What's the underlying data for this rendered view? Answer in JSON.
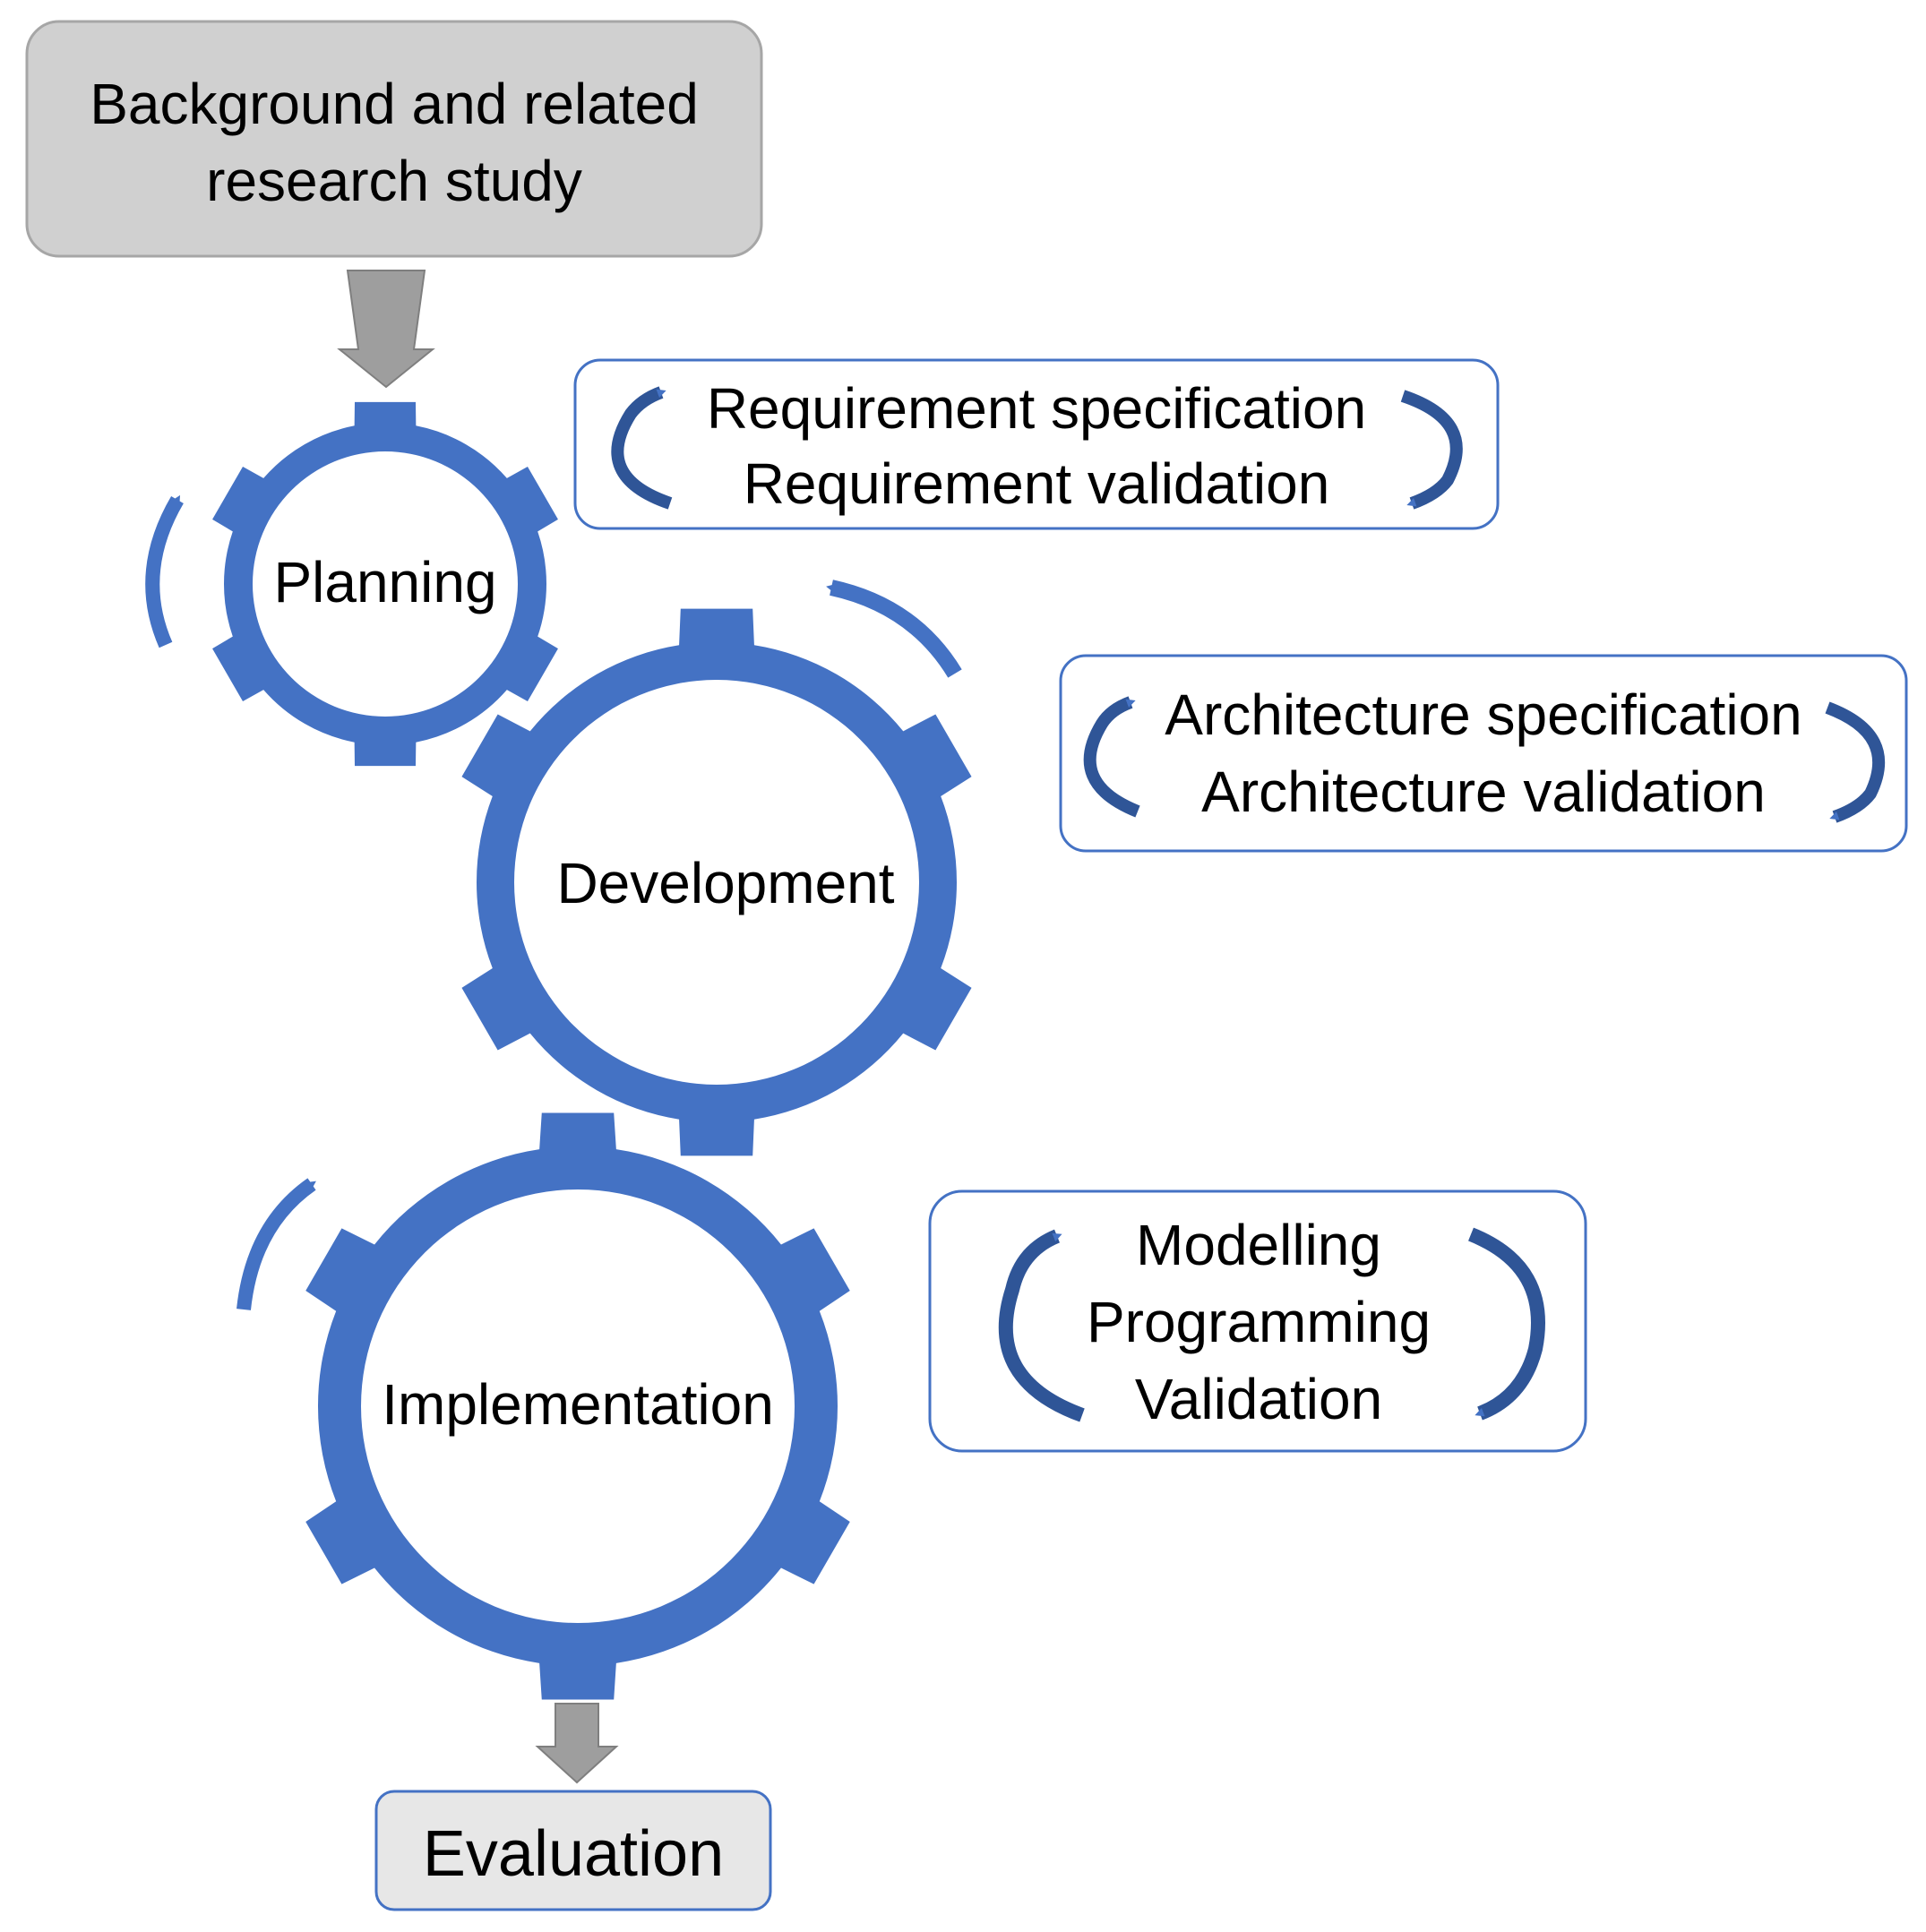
{
  "colors": {
    "gear": "#4472C4",
    "arrow_blue": "#4472C4",
    "arrow_blue_dark": "#2F5597",
    "box_border": "#4472C4",
    "gray_box": "#D0D0D0",
    "gray_box_border": "#A6A6A6",
    "gray_arrow": "#9E9E9E",
    "eval_box": "#E7E7E7",
    "eval_box_border": "#4472C4"
  },
  "background_box": {
    "line1": "Background and related",
    "line2": "research study"
  },
  "gears": {
    "planning": {
      "label": "Planning"
    },
    "development": {
      "label": "Development"
    },
    "implementation": {
      "label": "Implementation"
    }
  },
  "requirement_box": {
    "line1": "Requirement specification",
    "line2": "Requirement validation"
  },
  "architecture_box": {
    "line1": "Architecture specification",
    "line2": "Architecture validation"
  },
  "implementation_box": {
    "line1": "Modelling",
    "line2": "Programming",
    "line3": "Validation"
  },
  "evaluation": {
    "label": "Evaluation"
  },
  "icons": [
    "gear-icon",
    "rotation-arrow-icon",
    "cycle-arrow-icon",
    "down-arrow-icon"
  ]
}
